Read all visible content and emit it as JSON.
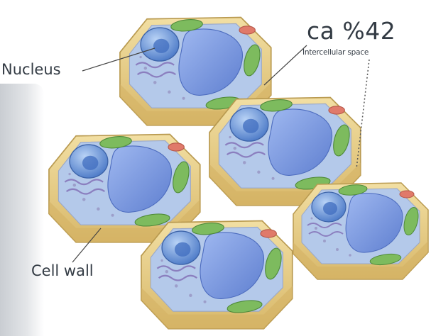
{
  "labels": {
    "nucleus": "Nucleus",
    "cell_wall": "Cell wall",
    "percentage": "ca %42",
    "intercellular_space": "Intercellular space"
  },
  "colors": {
    "cell_wall": "#e8cf8a",
    "cell_wall_dark": "#c9a85a",
    "cytoplasm": "#aac4e8",
    "vacuole": "#7e9fe0",
    "nucleus": "#5f8fd6",
    "chloroplast": "#7dbb5e",
    "mitochondria": "#e07a6a",
    "label_text": "#333b44"
  },
  "cells": [
    {
      "id": "top"
    },
    {
      "id": "middle-left"
    },
    {
      "id": "middle-right"
    },
    {
      "id": "bottom-left"
    },
    {
      "id": "bottom-right"
    }
  ]
}
